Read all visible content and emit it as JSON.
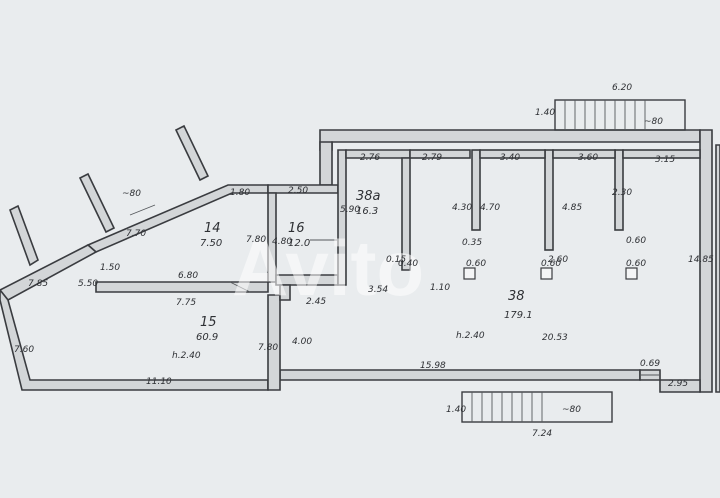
{
  "rooms": [
    {
      "id": "r14",
      "number": "14",
      "area": "7.50",
      "side": "7.80"
    },
    {
      "id": "r15",
      "number": "15",
      "area": "60.9",
      "height": "h.2.40"
    },
    {
      "id": "r16",
      "number": "16",
      "area": "12.0",
      "side_top": "2.50",
      "side": "4.80"
    },
    {
      "id": "r38a",
      "number": "38a",
      "area": "16.3",
      "side_top": "2.76"
    },
    {
      "id": "r38",
      "number": "38",
      "area": "179.1",
      "height": "h.2.40"
    }
  ],
  "dimensions": {
    "stair_top_width": "6.20",
    "stair_top_height": "1.40",
    "stair_bottom_width": "7.24",
    "stair_bottom_height": "1.40",
    "approx_80_a": "~80",
    "approx_80_b": "~80",
    "approx_80_c": "~80",
    "d_315": "3.15",
    "d_279": "2.79",
    "d_340": "3.40",
    "d_360": "3.60",
    "d_430": "4.30",
    "d_470": "4.70",
    "d_485": "4.85",
    "d_230": "2.30",
    "d_590": "5.90",
    "d_035": "0.35",
    "d_260": "2.60",
    "d_060_r": "0.60",
    "d_060_a": "0.60",
    "d_060_b": "0.60",
    "d_060_c": "0.60",
    "d_110": "1.10",
    "d_354": "3.54",
    "d_245": "2.45",
    "d_400": "4.00",
    "d_2053": "20.53",
    "d_1598": "15.98",
    "d_295": "2.95",
    "d_069": "0.69",
    "d_1485": "14.85",
    "d_780": "7.80",
    "d_1110": "11.10",
    "d_760": "7.60",
    "d_775": "7.75",
    "d_680": "6.80",
    "d_785": "7.85",
    "d_550": "5.50",
    "d_150": "1.50",
    "d_770": "7.70",
    "d_180": "1.80",
    "d_480": "4.80",
    "d_015": "0.15",
    "d_040": "0.40"
  },
  "watermark": "Avito"
}
